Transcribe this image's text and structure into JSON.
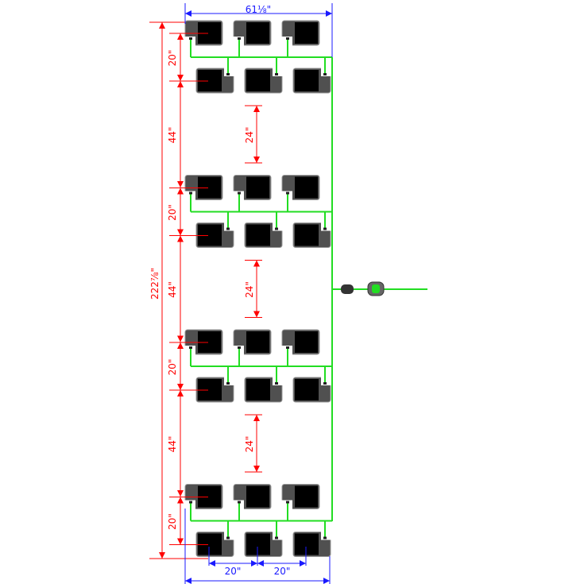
{
  "title": "",
  "dimensions": {
    "total_width": "61⅛\"",
    "total_length": "222⅞\"",
    "row_spacing": "20\"",
    "group_gap": "44\"",
    "walkway": "24\"",
    "pot_spacing_1": "20\"",
    "pot_spacing_2": "20\""
  },
  "layout": {
    "groups": 4,
    "rows_per_group": 2,
    "pots_per_row": 3
  },
  "colors": {
    "pot": "#505050",
    "pot_inner": "#000000",
    "irrigation": "#22dd22",
    "dimension_red": "#ff0000",
    "dimension_blue": "#1a1aff"
  },
  "icons": {
    "connector": "hose-connector-icon",
    "tap": "tap-adapter-icon"
  }
}
